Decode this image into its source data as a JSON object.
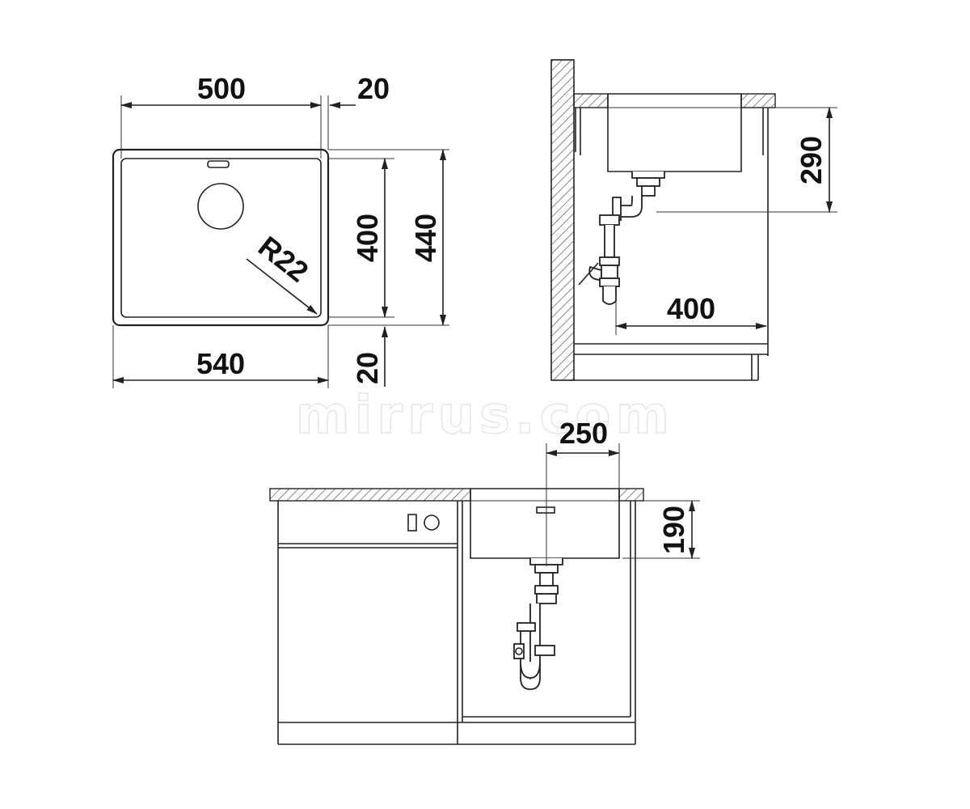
{
  "dimensions": {
    "top_width": "500",
    "rim_top": "20",
    "inner_depth": "400",
    "outer_depth": "440",
    "corner_radius": "R22",
    "bottom_width": "540",
    "rim_bottom": "20",
    "bowl_depth_side": "290",
    "drain_distance": "400",
    "drain_offset": "250",
    "bowl_depth_front": "190"
  },
  "watermark": "mirrus.com",
  "colors": {
    "line": "#222222",
    "hatch": "#555555",
    "text": "#111111"
  }
}
